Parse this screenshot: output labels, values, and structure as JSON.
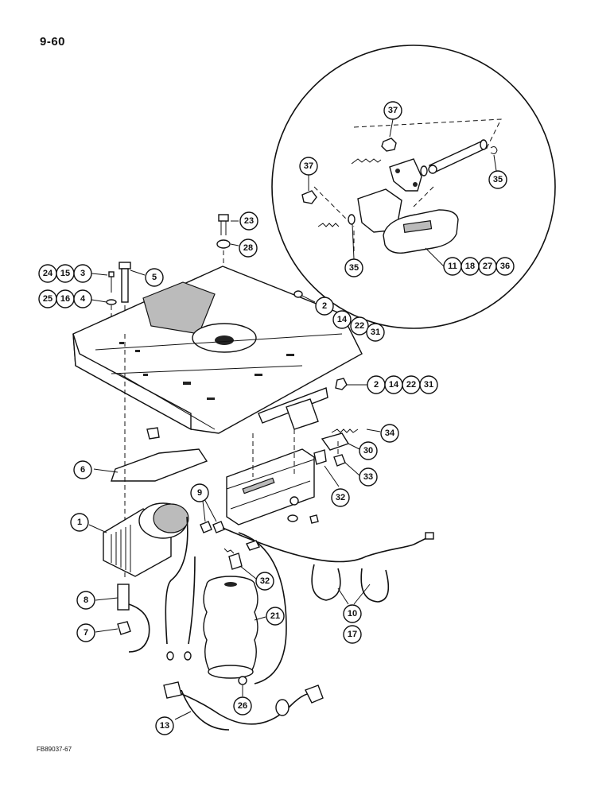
{
  "page_number": "9-60",
  "figure_code": "FB89037-67",
  "callouts": {
    "c37a": "37",
    "c35a": "35",
    "c37b": "37",
    "c35b": "35",
    "c11": "11",
    "c18": "18",
    "c27": "27",
    "c36": "36",
    "c23": "23",
    "c28": "28",
    "c24": "24",
    "c15": "15",
    "c3": "3",
    "c5": "5",
    "c25": "25",
    "c16": "16",
    "c4": "4",
    "c2a": "2",
    "c14a": "14",
    "c22a": "22",
    "c31a": "31",
    "c2b": "2",
    "c14b": "14",
    "c22b": "22",
    "c31b": "31",
    "c34": "34",
    "c30": "30",
    "c33": "33",
    "c32a": "32",
    "c6": "6",
    "c9": "9",
    "c1": "1",
    "c32b": "32",
    "c21": "21",
    "c8": "8",
    "c7": "7",
    "c10": "10",
    "c17": "17",
    "c26": "26",
    "c13": "13"
  }
}
